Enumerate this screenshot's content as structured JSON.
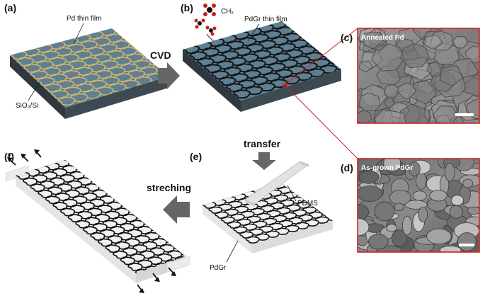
{
  "panels": {
    "a": {
      "tag": "(a)",
      "label_film": "Pd thin film",
      "label_substrate": "SiO₂/Si"
    },
    "b": {
      "tag": "(b)",
      "label_gas": "CHₓ",
      "label_film": "PdGr thin film"
    },
    "c": {
      "tag": "(c)",
      "caption": "Annealed Pd"
    },
    "d": {
      "tag": "(d)",
      "caption": "As-grown PdGr"
    },
    "e": {
      "tag": "(e)",
      "label_pdms": "PDMS",
      "label_pdgr": "PdGr"
    },
    "f": {
      "tag": "(f)"
    }
  },
  "steps": {
    "cvd": "CVD",
    "transfer": "transfer",
    "stretching": "streching"
  },
  "colors": {
    "substrate_top": "#5f7f92",
    "substrate_side": "#3d4a52",
    "pd_pattern": "#d8b86a",
    "graphene_pattern": "#111111",
    "arrow": "#666666",
    "callout": "#d42020"
  }
}
